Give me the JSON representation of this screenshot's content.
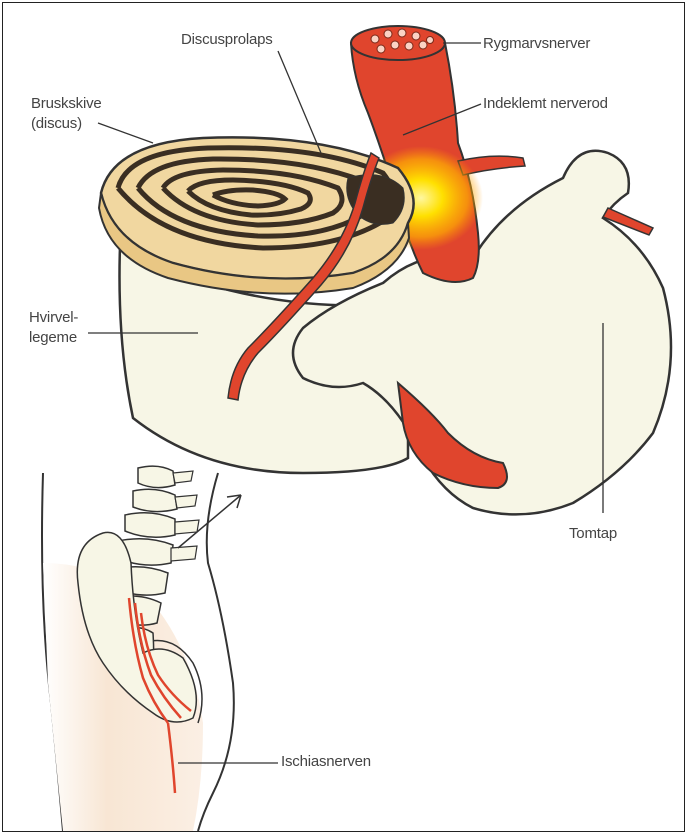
{
  "labels": {
    "discusprolaps": "Discusprolaps",
    "rygmarvsnerver": "Rygmarvsnerver",
    "indeklemt_nerverod": "Indeklemt nerverod",
    "bruskskive": "Bruskskive",
    "discus": "(discus)",
    "hvirvel": "Hvirvel-",
    "legeme": "legeme",
    "tomtap": "Tomtap",
    "ischiasnerven": "Ischiasnerven"
  },
  "colors": {
    "nerve_red": "#e0452d",
    "nerve_dark": "#c8321f",
    "bone": "#f7f6e6",
    "disc_tan": "#f1d7a0",
    "disc_dark": "#3a2e22",
    "glow_yellow": "#ffe000",
    "skin": "#f7e6d6",
    "outline": "#333333"
  },
  "icons": [
    "disc-rings",
    "spinal-nerve-tube",
    "compression-glow",
    "spine-column",
    "pointer-arrow"
  ]
}
